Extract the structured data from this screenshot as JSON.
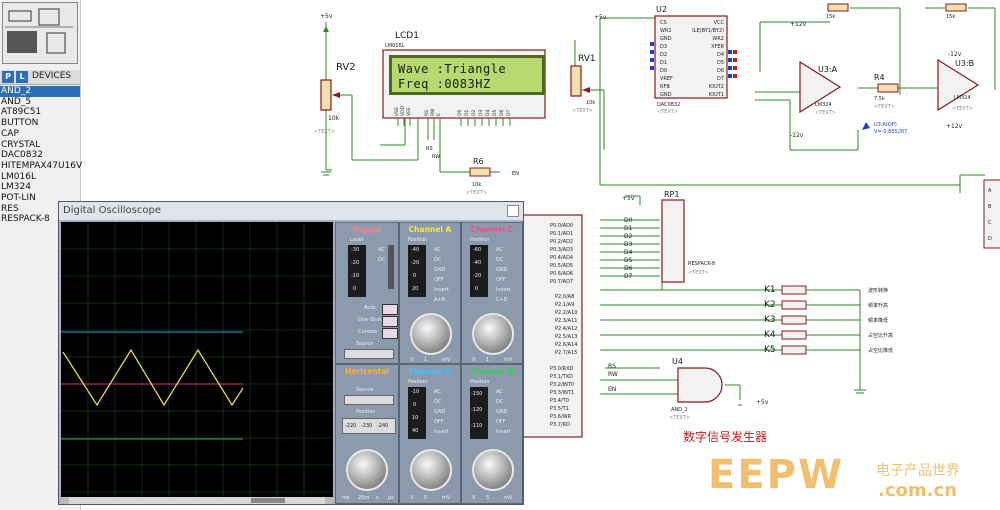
{
  "devices_panel": {
    "p_button": "P",
    "l_button": "L",
    "title": "DEVICES",
    "items": [
      "AND_2",
      "AND_5",
      "AT89C51",
      "BUTTON",
      "CAP",
      "CRYSTAL",
      "DAC0832",
      "HITEMPAX47U16V",
      "LM016L",
      "LM324",
      "POT-LIN",
      "RES",
      "RESPACK-8"
    ],
    "selected": "AND_2"
  },
  "schematic": {
    "lcd": {
      "ref": "LCD1",
      "part": "LM016L",
      "line1": "Wave :Triangle",
      "line2": "Freq :0083HZ",
      "pins": [
        "VSS",
        "VDD",
        "VEE",
        "RS",
        "RW",
        "E",
        "D0",
        "D1",
        "D2",
        "D3",
        "D4",
        "D5",
        "D6",
        "D7"
      ]
    },
    "rv2": {
      "ref": "RV2",
      "value": "10k",
      "text": "<TEXT>"
    },
    "rv1": {
      "ref": "RV1",
      "value": "10k",
      "text": "<TEXT>"
    },
    "r6": {
      "ref": "R6",
      "value": "10k",
      "text": "<TEXT>"
    },
    "r4": {
      "ref": "R4",
      "value": "7.5k",
      "text": "<TEXT>"
    },
    "u2": {
      "ref": "U2",
      "part": "DAC0832",
      "text": "<TEXT>",
      "left_pins": [
        "CS",
        "WR1",
        "GND",
        "D3",
        "D2",
        "D1",
        "D0",
        "VREF",
        "RFB",
        "GND"
      ],
      "right_pins": [
        "VCC",
        "ILE(BY1/BY2)",
        "WR2",
        "XFER",
        "D4",
        "D5",
        "D6",
        "D7",
        "IOUT2",
        "IOUT1"
      ]
    },
    "u3a": {
      "ref": "U3:A",
      "part": "LM324",
      "text": "<TEXT>"
    },
    "u3b": {
      "ref": "U3:B",
      "part": "LM324",
      "text": "<TEXT>"
    },
    "probe": {
      "label": "U3:A(OP)",
      "value": "V=-0.855287"
    },
    "rp1": {
      "ref": "RP1",
      "part": "RESPACK-8",
      "text": "<TEXT>"
    },
    "u4": {
      "ref": "U4",
      "part": "AND_2",
      "text": "<TEXT>"
    },
    "buttons": [
      {
        "ref": "K1",
        "label": "波形转换"
      },
      {
        "ref": "K2",
        "label": "频率升高"
      },
      {
        "ref": "K3",
        "label": "频率降低"
      },
      {
        "ref": "K4",
        "label": "占空比升高"
      },
      {
        "ref": "K5",
        "label": "占空比降低"
      }
    ],
    "mcu_ports": [
      "P0.0/AD0",
      "P0.1/AD1",
      "P0.2/AD2",
      "P0.3/AD3",
      "P0.4/AD4",
      "P0.5/AD5",
      "P0.6/AD6",
      "P0.7/AD7",
      "P2.0/A8",
      "P2.1/A9",
      "P2.2/A10",
      "P2.3/A11",
      "P2.4/A12",
      "P2.5/A13",
      "P2.6/A14",
      "P2.7/A15",
      "P3.0/RXD",
      "P3.1/TXD",
      "P3.2/INT0",
      "P3.3/INT1",
      "P3.4/T0",
      "P3.5/T1",
      "P3.6/WR",
      "P3.7/RD"
    ],
    "bus_labels": [
      "D0",
      "D1",
      "D2",
      "D3",
      "D4",
      "D5",
      "D6",
      "D7"
    ],
    "net_labels": {
      "rs": "RS",
      "rw": "RW",
      "en": "EN",
      "plus5": "+5v",
      "plus12": "+12v",
      "minus12": "-12v",
      "r_15k": "15k"
    },
    "title": "数字信号发生器"
  },
  "oscilloscope": {
    "title": "Digital Oscilloscope",
    "trigger": {
      "title": "Trigger",
      "level_label": "Level",
      "ticks": [
        "-30",
        "-20",
        "-10",
        "0"
      ],
      "modes": [
        "Auto",
        "One-Shot",
        "Cursors"
      ],
      "source_label": "Source",
      "ac": "AC",
      "dc": "DC"
    },
    "channel_a": {
      "title": "Channel A",
      "position_label": "Position",
      "ticks": [
        "-40",
        "-20",
        "0",
        "20"
      ],
      "modes": [
        "AC",
        "DC",
        "GND",
        "OFF",
        "Invert",
        "A+B"
      ]
    },
    "channel_b": {
      "title": "Channel B",
      "position_label": "Position",
      "ticks": [
        "-10",
        "0",
        "10",
        "40"
      ],
      "modes": [
        "AC",
        "DC",
        "GND",
        "OFF",
        "Invert"
      ]
    },
    "channel_c": {
      "title": "Channel C",
      "position_label": "Position",
      "ticks": [
        "-60",
        "-40",
        "-20",
        "0"
      ],
      "modes": [
        "AC",
        "DC",
        "GND",
        "OFF",
        "Invert",
        "C+D"
      ]
    },
    "channel_d": {
      "title": "Channel D",
      "position_label": "Position",
      "ticks": [
        "-150",
        "-120",
        "-110"
      ],
      "modes": [
        "AC",
        "DC",
        "GND",
        "OFF",
        "Invert"
      ]
    },
    "horizontal": {
      "title": "Horizontal",
      "source_label": "Source",
      "position_label": "Position",
      "ticks": [
        "-220",
        "-230",
        "-240"
      ],
      "time_value": "20m",
      "units": [
        "ms",
        "s",
        "µs"
      ]
    },
    "units": {
      "volt": "V",
      "mv": "mV",
      "a_scale": "1",
      "b_scale": "5",
      "c_scale": "1",
      "d_scale": "5"
    },
    "colors": {
      "channel_a": "#ffe830",
      "channel_b": "#3cc0ff",
      "channel_c": "#ff4a7a",
      "channel_d": "#30d050",
      "trigger": "#ff8080",
      "horizontal": "#ffb030"
    }
  },
  "watermark": {
    "brand": "EEPW",
    "cn": "电子产品世界",
    "site": ".com.cn"
  }
}
